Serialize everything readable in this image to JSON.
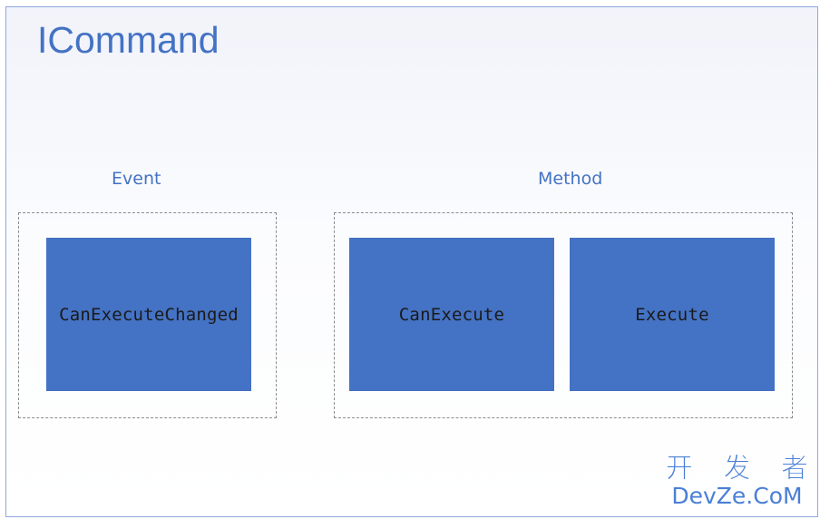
{
  "diagram": {
    "title": "ICommand",
    "groups": [
      {
        "label": "Event",
        "items": [
          "CanExecuteChanged"
        ]
      },
      {
        "label": "Method",
        "items": [
          "CanExecute",
          "Execute"
        ]
      }
    ]
  },
  "watermark": {
    "line1": "开 发 者",
    "line2": "DevZe.CoM"
  },
  "colors": {
    "accent": "#4472c4",
    "block_fill": "#4472c4",
    "block_text": "#1a1a1a",
    "dashed_border": "#8c8c8c"
  }
}
